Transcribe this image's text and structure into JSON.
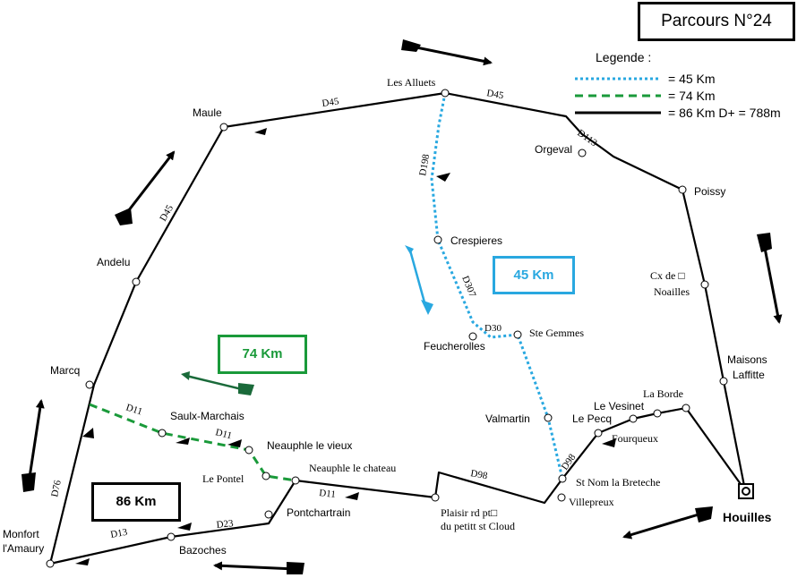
{
  "title": "Parcours N°24",
  "legend": {
    "heading": "Legende :",
    "items": [
      {
        "label": "= 45 Km",
        "color": "#29a8e0",
        "style": "dotted"
      },
      {
        "label": "= 74 Km",
        "color": "#1a9a3a",
        "style": "dashed"
      },
      {
        "label": "= 86 Km D+ = 788m",
        "color": "#000000",
        "style": "solid"
      }
    ]
  },
  "badges": {
    "km45": "45 Km",
    "km74": "74 Km",
    "km86": "86 Km"
  },
  "colors": {
    "blue": "#29a8e0",
    "green": "#1a9a3a",
    "black": "#000000"
  },
  "towns": {
    "les_alluets": "Les Alluets",
    "maule": "Maule",
    "orgeval": "Orgeval",
    "poissy": "Poissy",
    "crespieres": "Crespieres",
    "andelu": "Andelu",
    "cx_noailles_1": "Cx de □",
    "cx_noailles_2": "Noailles",
    "ste_gemmes": "Ste Gemmes",
    "feucherolles": "Feucherolles",
    "maisons_laffitte_1": "Maisons",
    "maisons_laffitte_2": "Laffitte",
    "marcq": "Marcq",
    "la_borde": "La Borde",
    "le_vesinet": "Le Vesinet",
    "le_pecq": "Le Pecq",
    "saulx_marchais": "Saulx-Marchais",
    "valmartin": "Valmartin",
    "fourqueux": "Fourqueux",
    "neauphle_vieux": "Neauphle le vieux",
    "le_pontel": "Le Pontel",
    "neauphle_chateau": "Neauphle le chateau",
    "st_nom": "St Nom la Breteche",
    "villepreux": "Villepreux",
    "houilles": "Houilles",
    "pontchartrain": "Pontchartrain",
    "plaisir_1": "Plaisir rd pt□",
    "plaisir_2": "du petitt st Cloud",
    "monfort_1": "Monfort",
    "monfort_2": "l'Amaury",
    "bazoches": "Bazoches"
  },
  "roads": {
    "d45_top": "D45",
    "d45_right": "D45",
    "d45_left": "D45",
    "d113": "D113",
    "d198": "D198",
    "d307": "D307",
    "d30": "D30",
    "d11_a": "D11",
    "d11_b": "D11",
    "d11_c": "D11",
    "d98_a": "D98",
    "d98_b": "D98",
    "d76": "D76",
    "d13": "D13",
    "d23": "D23"
  },
  "routes": {
    "black_86": [
      [
        56,
        630
      ],
      [
        105,
        430
      ],
      [
        152,
        315
      ],
      [
        250,
        142
      ],
      [
        497,
        104
      ],
      [
        632,
        130
      ],
      [
        650,
        150
      ],
      [
        670,
        164
      ],
      [
        685,
        175
      ],
      [
        762,
        212
      ],
      [
        787,
        318
      ],
      [
        808,
        426
      ],
      [
        832,
        548
      ],
      [
        766,
        456
      ],
      [
        734,
        462
      ],
      [
        707,
        468
      ],
      [
        668,
        484
      ],
      [
        628,
        535
      ],
      [
        608,
        562
      ],
      [
        490,
        528
      ],
      [
        486,
        556
      ],
      [
        330,
        537
      ],
      [
        300,
        585
      ],
      [
        191,
        600
      ],
      [
        56,
        630
      ]
    ],
    "blue_45": [
      [
        497,
        104
      ],
      [
        490,
        140
      ],
      [
        482,
        200
      ],
      [
        489,
        268
      ],
      [
        528,
        360
      ],
      [
        548,
        377
      ],
      [
        578,
        374
      ],
      [
        612,
        467
      ],
      [
        628,
        535
      ]
    ],
    "green_74": [
      [
        100,
        452
      ],
      [
        181,
        484
      ],
      [
        278,
        503
      ],
      [
        297,
        532
      ],
      [
        330,
        537
      ]
    ]
  }
}
